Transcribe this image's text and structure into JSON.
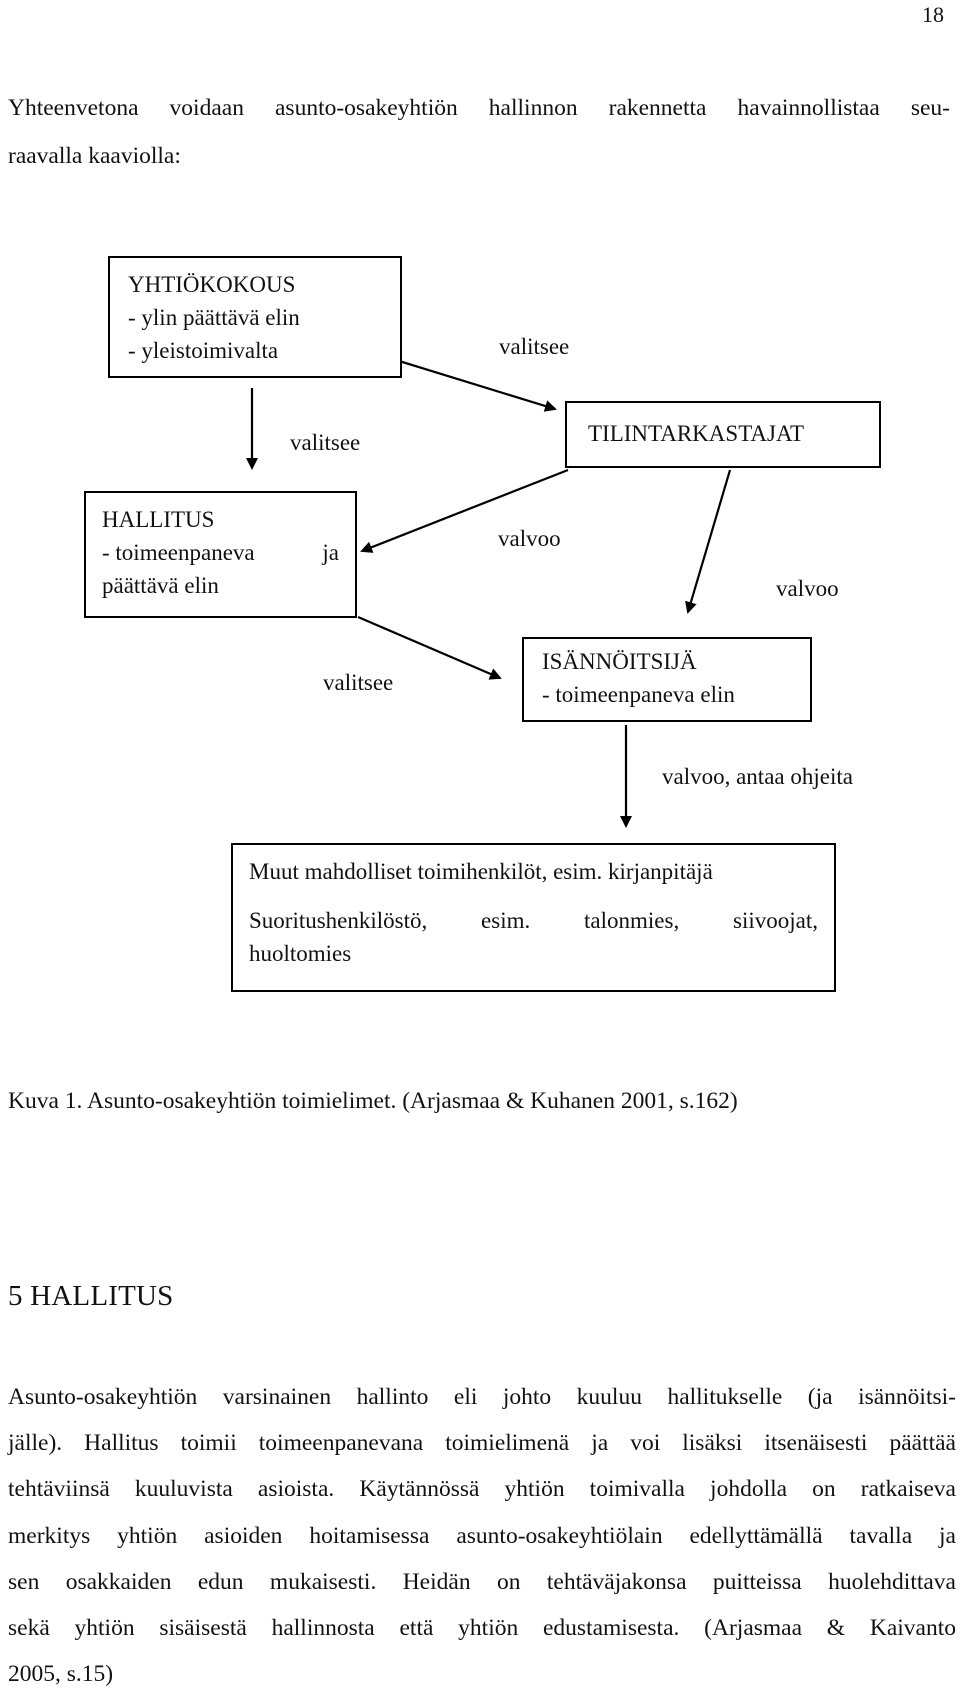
{
  "page_number": "18",
  "intro": {
    "line1": "Yhteenvetona voidaan asunto-osakeyhtiön hallinnon rakennetta havainnollistaa seu-",
    "line2": "raavalla kaaviolla:"
  },
  "diagram": {
    "yhtiokokous": {
      "title": "YHTIÖKOKOUS",
      "line1": "- ylin päättävä elin",
      "line2": "- yleistoimivalta"
    },
    "tilintarkastajat": {
      "title": "TILINTARKASTAJAT"
    },
    "hallitus": {
      "title": "HALLITUS",
      "line1_a": "- toimeenpaneva",
      "line1_b": "ja",
      "line2": "päättävä elin"
    },
    "isannoitsija": {
      "title": "ISÄNNÖITSIJÄ",
      "line1": "- toimeenpaneva elin"
    },
    "muut": {
      "line1": "Muut mahdolliset toimihenkilöt, esim. kirjanpitäjä",
      "line2_words": [
        "Suoritushenkilöstö,",
        "esim.",
        "talonmies,",
        "siivoojat,"
      ],
      "line3": "huoltomies"
    },
    "labels": {
      "valitsee_tilintarkastajat": "valitsee",
      "valitsee_hallitus": "valitsee",
      "valvoo_hallitus": "valvoo",
      "valvoo_isannoitsija": "valvoo",
      "valitsee_isannoitsija": "valitsee",
      "valvoo_antaa_ohjeita": "valvoo, antaa ohjeita"
    }
  },
  "caption": "Kuva 1. Asunto-osakeyhtiön toimielimet. (Arjasmaa & Kuhanen 2001, s.162)",
  "section": {
    "heading": "5 HALLITUS",
    "lines": [
      "Asunto-osakeyhtiön varsinainen hallinto eli johto kuuluu hallitukselle (ja isännöitsi-",
      "jälle). Hallitus toimii toimeenpanevana toimielimenä ja voi lisäksi itsenäisesti päättää",
      "tehtäviinsä kuuluvista asioista. Käytännössä yhtiön toimivalla johdolla on ratkaiseva",
      "merkitys yhtiön asioiden hoitamisessa asunto-osakeyhtiölain edellyttämällä tavalla ja",
      "sen osakkaiden edun mukaisesti. Heidän on tehtäväjakonsa puitteissa huolehdittava",
      "sekä yhtiön sisäisestä hallinnosta että yhtiön edustamisesta. (Arjasmaa & Kaivanto",
      "2005, s.15)"
    ]
  }
}
